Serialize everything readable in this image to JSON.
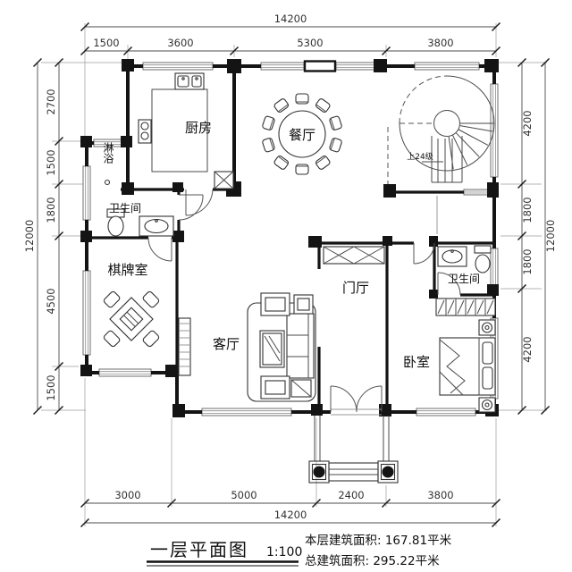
{
  "title_block": {
    "plan_name": "一层平面图",
    "scale": "1:100",
    "floor_area": "本层建筑面积: 167.81平米",
    "total_area": "总建筑面积: 295.22平米"
  },
  "rooms": {
    "kitchen": "厨房",
    "dining": "餐厅",
    "shower": "淋浴",
    "bath1": "卫生间",
    "chess": "棋牌室",
    "living": "客厅",
    "foyer": "门厅",
    "bedroom": "卧室",
    "bath2": "卫生间"
  },
  "stair": {
    "note": "上24级"
  },
  "dimensions": {
    "top": {
      "total": "14200",
      "segments": [
        "1500",
        "3600",
        "5300",
        "3800"
      ]
    },
    "bottom": {
      "total": "14200",
      "segments": [
        "3000",
        "5000",
        "2400",
        "3800"
      ]
    },
    "left": {
      "total": "12000",
      "segments": [
        "2700",
        "1500",
        "1800",
        "4500",
        "1500"
      ]
    },
    "right": {
      "total": "12000",
      "segments": [
        "4200",
        "1800",
        "1800",
        "4200"
      ]
    }
  },
  "colors": {
    "line": "#141414",
    "dim_text": "#333333",
    "window": "#8a8a8a",
    "paper": "#ffffff"
  }
}
